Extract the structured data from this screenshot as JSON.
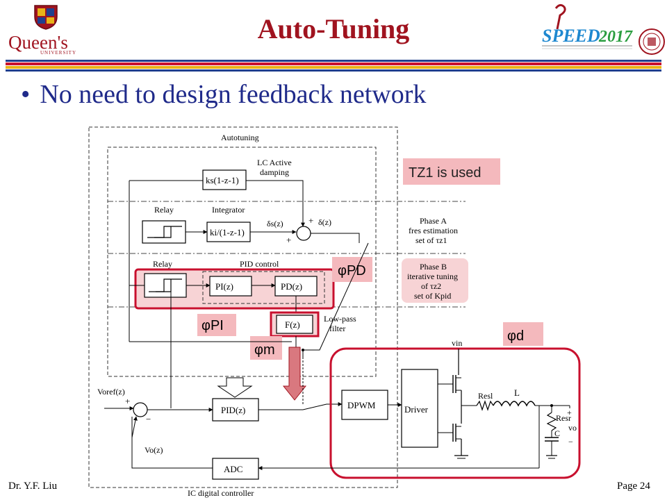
{
  "slide": {
    "title": "Auto-Tuning",
    "bullet": "No need to design feedback network",
    "footer_author": "Dr. Y.F. Liu",
    "footer_page": "Page 24"
  },
  "logos": {
    "left_word": "Queen's",
    "left_sub": "UNIVERSITY",
    "right_word": "SPEED",
    "right_year": "2017"
  },
  "diagram": {
    "autotuning_label": "Autotuning",
    "lc_damping_label1": "LC Active",
    "lc_damping_label2": "damping",
    "ks_block": "ks(1-z-1)",
    "relay_label": "Relay",
    "integrator_label": "Integrator",
    "ki_block": "ki/(1-z-1)",
    "delta_s": "δs(z)",
    "delta": "δ(z)",
    "plus": "+",
    "minus": "−",
    "phase_a1": "Phase A",
    "phase_a2": "fres estimation",
    "phase_a3": "set of τz1",
    "tz1_note": "TZ1 is used",
    "relay_label2": "Relay",
    "pid_control_label": "PID control",
    "pi_block": "PI(z)",
    "pd_block": "PD(z)",
    "phi_pd": "φPD",
    "phi_pi": "φPI",
    "phase_b1": "Phase B",
    "phase_b2": "iterative tuning",
    "phase_b3": "of τz2",
    "phase_b4": "set of Kpid",
    "f_block": "F(z)",
    "lpf_label1": "Low-pass",
    "lpf_label2": "filter",
    "phi_m": "φm",
    "phi_d": "φd",
    "vref": "Voref(z)",
    "pid_block": "PID(z)",
    "dpwm_block": "DPWM",
    "driver_block": "Driver",
    "vin": "vin",
    "resl": "Resl",
    "l_label": "L",
    "resr": "Resr",
    "c_label": "C",
    "vo": "vo",
    "vo_z": "Vo(z)",
    "adc_block": "ADC",
    "ic_label": "IC digital controller"
  },
  "colors": {
    "title": "#a0131f",
    "bullet": "#1f2a8a",
    "highlight": "#c8102e",
    "pink_fill": "#f4b9bd",
    "stripe_red": "#c8102e",
    "stripe_gold": "#e8b318",
    "stripe_blue": "#1f3f8f"
  }
}
